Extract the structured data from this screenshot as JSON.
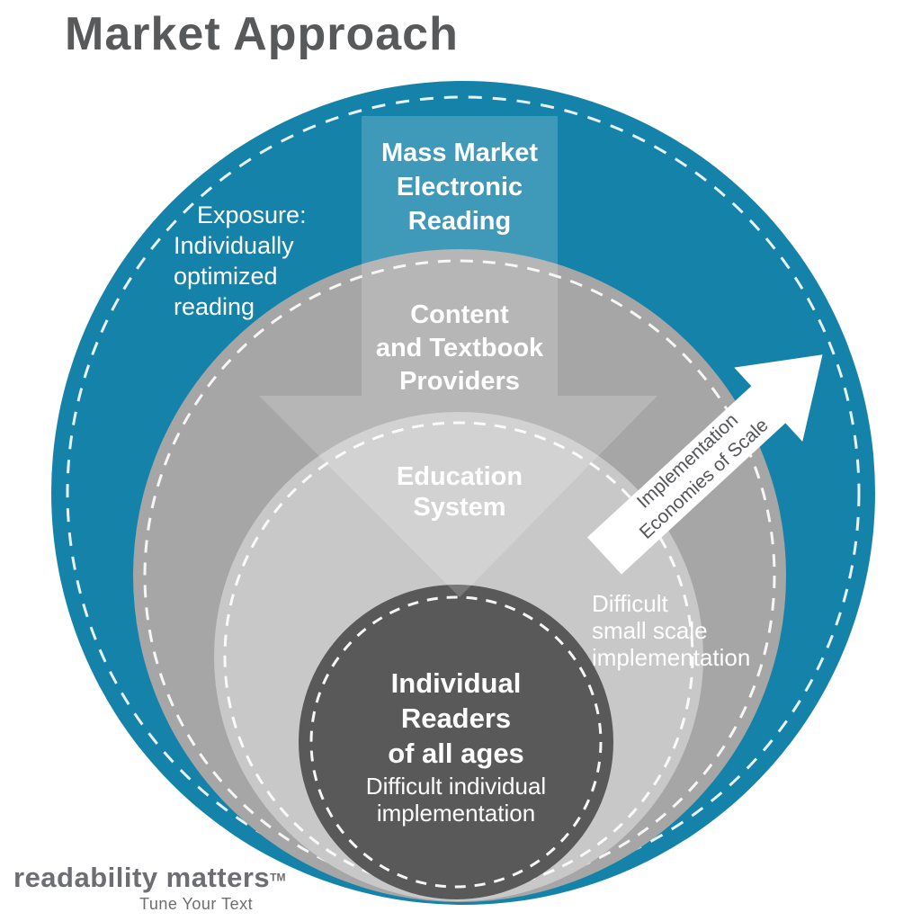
{
  "title": "Market Approach",
  "colors": {
    "title_text": "#58595b",
    "arrow_label_text": "#54565a",
    "logo_text": "#6d6e71",
    "ring_dash": "#ffffff",
    "flow_arrow_overlay": "#ffffff",
    "scale_arrow_fill": "#ffffff"
  },
  "diagram": {
    "rings": [
      {
        "name": "mass-market-electronic-reading",
        "label": "Mass Market\nElectronic\nReading",
        "color": "#1583a9",
        "note": "Exposure:\nIndividually\noptimized\nreading"
      },
      {
        "name": "content-and-textbook-providers",
        "label": "Content\nand Textbook\nProviders",
        "color": "#a6a6a6"
      },
      {
        "name": "education-system",
        "label": "Education\nSystem",
        "color": "#c8c8c8",
        "note": "Difficult\nsmall scale\nimplementation"
      },
      {
        "name": "individual-readers",
        "label": "Individual\nReaders\nof all ages",
        "color": "#595959",
        "note": "Difficult individual\nimplementation"
      }
    ],
    "scale_arrow_label": "Implementation\nEconomies of Scale"
  },
  "logo": {
    "brand": "readability matters",
    "trademark": "TM",
    "tagline": "Tune Your Text"
  }
}
